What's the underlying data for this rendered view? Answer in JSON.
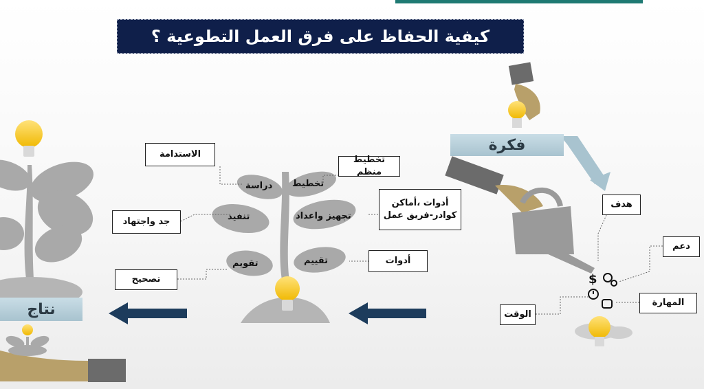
{
  "title": "كيفية الحفاظ على فرق العمل التطوعية ؟",
  "banners": {
    "idea": "فكرة",
    "results": "نتاج"
  },
  "boxes": {
    "sustainability": "الاستدامة",
    "organized_planning": "تخطيط منظم",
    "tools_places": "أدوات ،أماكن",
    "cadres_team": "كوادر-فريق عمل",
    "effort": "جد واجتهاد",
    "tools": "أدوات",
    "correction": "تصحيح",
    "goal": "هدف",
    "support": "دعم",
    "skill": "المهارة",
    "time": "الوقت"
  },
  "leaves": {
    "study": "دراسة",
    "planning": "تخطيط",
    "execution": "تنفيذ",
    "preparation": "تجهيز واعداد",
    "straightening": "تقويم",
    "evaluation": "تقييم"
  },
  "colors": {
    "navy": "#0f1f4a",
    "teal": "#1f7a73",
    "arrow": "#1d3c5c",
    "bulb": "#f3c623",
    "plant": "#a9a9a9",
    "hand": "#b8a06a"
  }
}
